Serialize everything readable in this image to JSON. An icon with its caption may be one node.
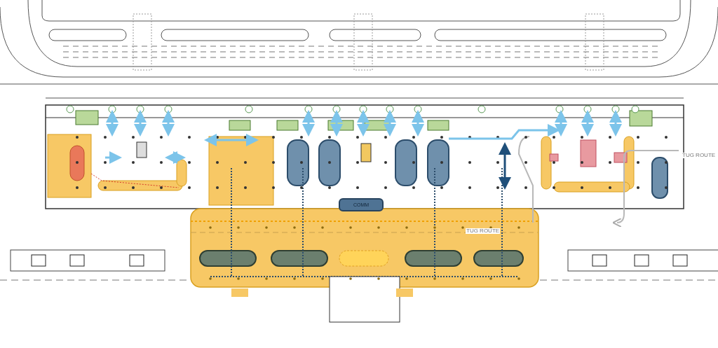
{
  "diagram": {
    "nodes": [
      {
        "text": [
          "COMM"
        ]
      }
    ],
    "labels": [
      "TUG ROUTE",
      "TUG ROUTE"
    ]
  }
}
